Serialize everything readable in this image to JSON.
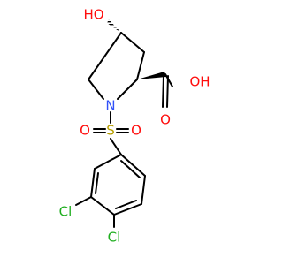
{
  "colors": {
    "bond": "#000000",
    "oxygen": "#ff0d0d",
    "nitrogen": "#3050f8",
    "sulfur": "#b8a000",
    "chlorine": "#1fae1f"
  },
  "atoms": {
    "hydroxyl_label": "HO",
    "acid_oh_label": "OH",
    "acid_carbonyl_o": "O",
    "ring_nitrogen": "N",
    "sulfonyl_o_left": "O",
    "sulfur": "S",
    "sulfonyl_o_right": "O",
    "chlorine_left": "Cl",
    "chlorine_bottom": "Cl"
  }
}
